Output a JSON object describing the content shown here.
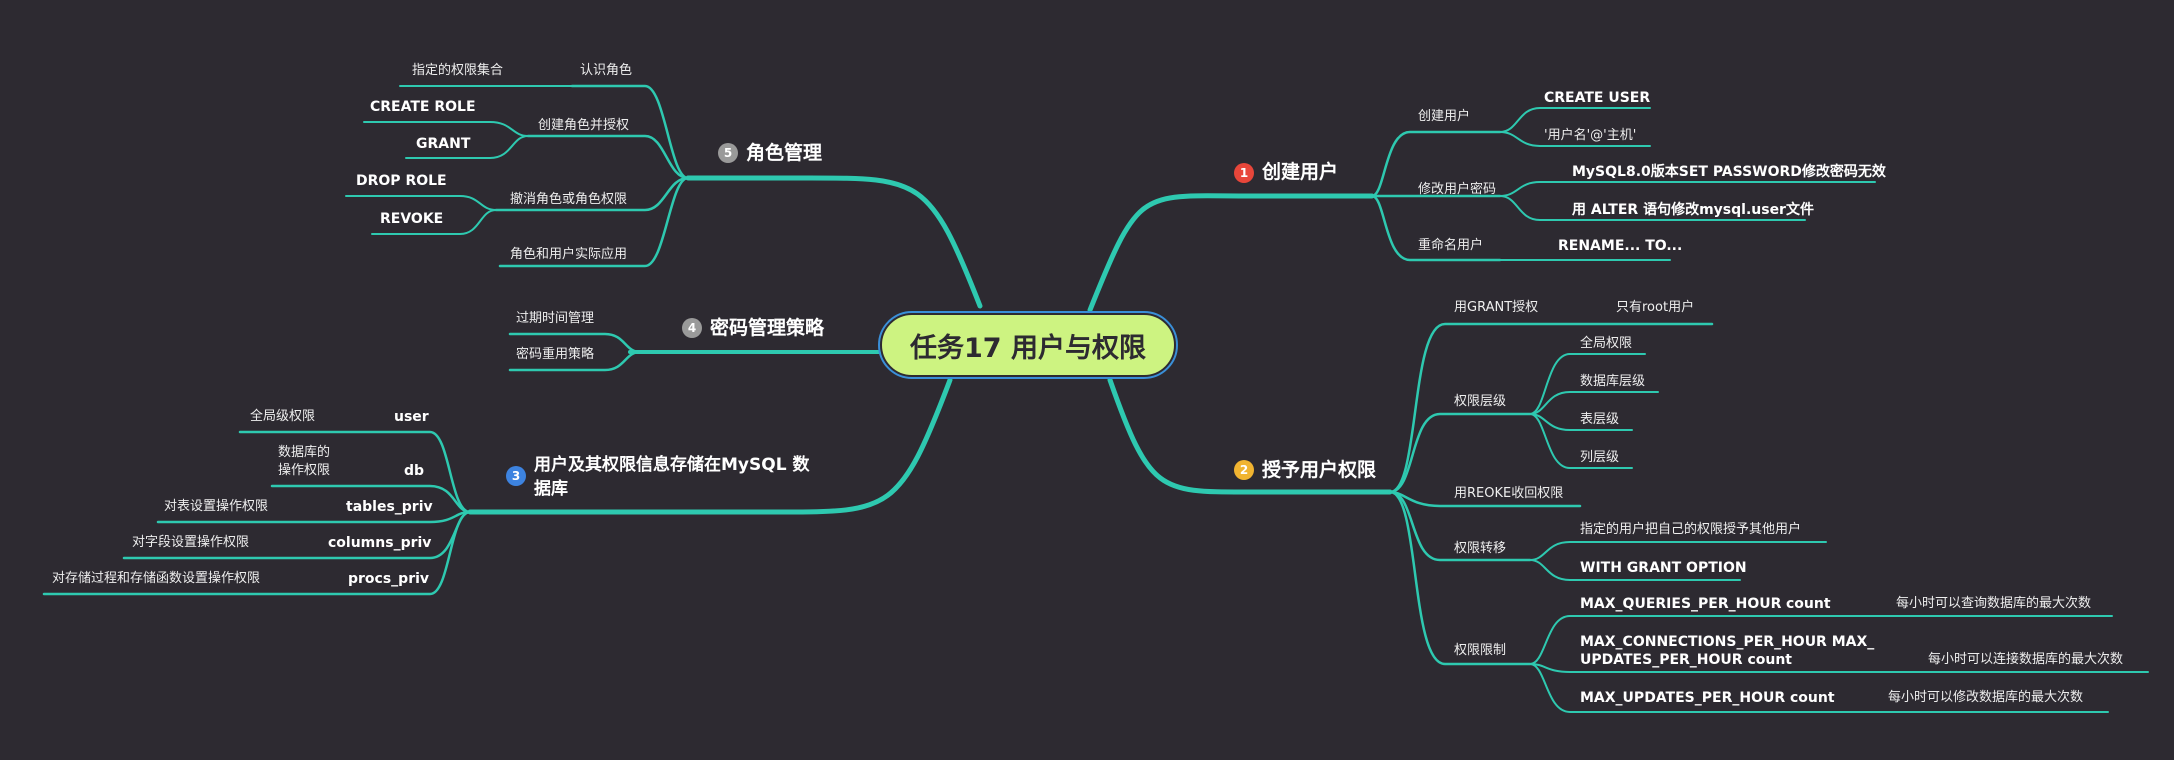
{
  "colors": {
    "background": "#2d2a31",
    "line": "#2ec9b0",
    "center_fill": "#cdf381",
    "center_border": "#3a8fd8",
    "badge1": "#e8463a",
    "badge2": "#f1b431",
    "badge3": "#3d83e0",
    "badge4": "#9a9a9a",
    "badge5": "#9a9a9a"
  },
  "center": {
    "title": "任务17 用户与权限"
  },
  "b1": {
    "num": "1",
    "title": "创建用户",
    "c1": {
      "label": "创建用户",
      "l1": "CREATE USER",
      "l2": "'用户名'@'主机'"
    },
    "c2": {
      "label": "修改用户密码",
      "l1": "MySQL8.0版本SET PASSWORD修改密码无效",
      "l2": "用 ALTER 语句修改mysql.user文件"
    },
    "c3": {
      "label": "重命名用户",
      "l1": "RENAME... TO..."
    }
  },
  "b2": {
    "num": "2",
    "title": "授予用户权限",
    "c1": {
      "label": "用GRANT授权",
      "l1": "只有root用户"
    },
    "c2": {
      "label": "权限层级",
      "items": [
        "全局权限",
        "数据库层级",
        "表层级",
        "列层级"
      ]
    },
    "c3": {
      "label": "用REOKE收回权限"
    },
    "c4": {
      "label": "权限转移",
      "l1": "指定的用户把自己的权限授予其他用户",
      "l2": "WITH GRANT OPTION"
    },
    "c5": {
      "label": "权限限制",
      "r1": {
        "key": "MAX_QUERIES_PER_HOUR",
        "count": "count",
        "desc": "每小时可以查询数据库的最大次数"
      },
      "r2": {
        "key1": "MAX_CONNECTIONS_PER_HOUR MAX_",
        "key2": "UPDATES_PER_HOUR count",
        "desc": "每小时可以连接数据库的最大次数"
      },
      "r3": {
        "key": "MAX_UPDATES_PER_HOUR count",
        "desc": "每小时可以修改数据库的最大次数"
      }
    }
  },
  "b3": {
    "num": "3",
    "title_line1": "用户及其权限信息存储在MySQL 数",
    "title_line2": "据库",
    "rows": [
      {
        "key": "user",
        "desc": "全局级权限"
      },
      {
        "key": "db",
        "desc1": "数据库的",
        "desc2": "操作权限"
      },
      {
        "key": "tables_priv",
        "desc": "对表设置操作权限"
      },
      {
        "key": "columns_priv",
        "desc": "对字段设置操作权限"
      },
      {
        "key": "procs_priv",
        "desc": "对存储过程和存储函数设置操作权限"
      }
    ]
  },
  "b4": {
    "num": "4",
    "title": "密码管理策略",
    "items": [
      "过期时间管理",
      "密码重用策略"
    ]
  },
  "b5": {
    "num": "5",
    "title": "角色管理",
    "c1": {
      "label": "认识角色",
      "l1": "指定的权限集合"
    },
    "c2": {
      "label": "创建角色并授权",
      "l1": "CREATE ROLE",
      "l2": "GRANT"
    },
    "c3": {
      "label": "撤消角色或角色权限",
      "l1": "DROP ROLE",
      "l2": "REVOKE"
    },
    "c4": {
      "label": "角色和用户实际应用"
    }
  }
}
